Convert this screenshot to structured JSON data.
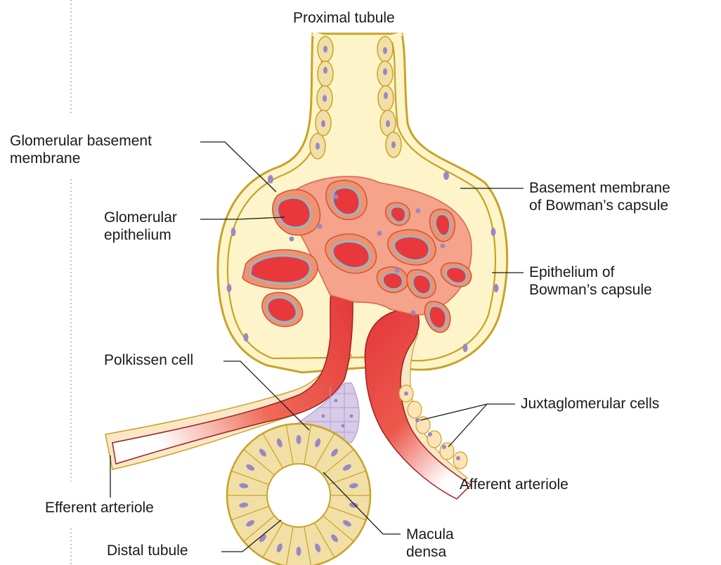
{
  "labels": {
    "proximal_tubule": "Proximal tubule",
    "glomerular_basement_membrane": [
      "Glomerular basement",
      "membrane"
    ],
    "glomerular_epithelium": [
      "Glomerular",
      "epithelium"
    ],
    "basement_membrane_bowman": [
      "Basement membrane",
      "of Bowman’s capsule"
    ],
    "epithelium_bowman": [
      "Epithelium of",
      "Bowman’s capsule"
    ],
    "polkissen_cell": "Polkissen cell",
    "juxtaglomerular_cells": "Juxtaglomerular cells",
    "afferent_arteriole": "Afferent arteriole",
    "efferent_arteriole": "Efferent arteriole",
    "distal_tubule": "Distal tubule",
    "macula_densa": [
      "Macula",
      "densa"
    ]
  },
  "colors": {
    "capsule_fill": "#fdf5c9",
    "capsule_wall": "#c9a227",
    "epithelial_cell": "#f1dfa6",
    "nucleus": "#9b87c4",
    "capillary_outer": "#f0926e",
    "capillary_lumen": "#e8383b",
    "capillary_membrane": "#8fb9c9",
    "arteriole": "#e03535",
    "polkissen": "#d8cbe8",
    "juxta_cell": "#fde3b5"
  }
}
